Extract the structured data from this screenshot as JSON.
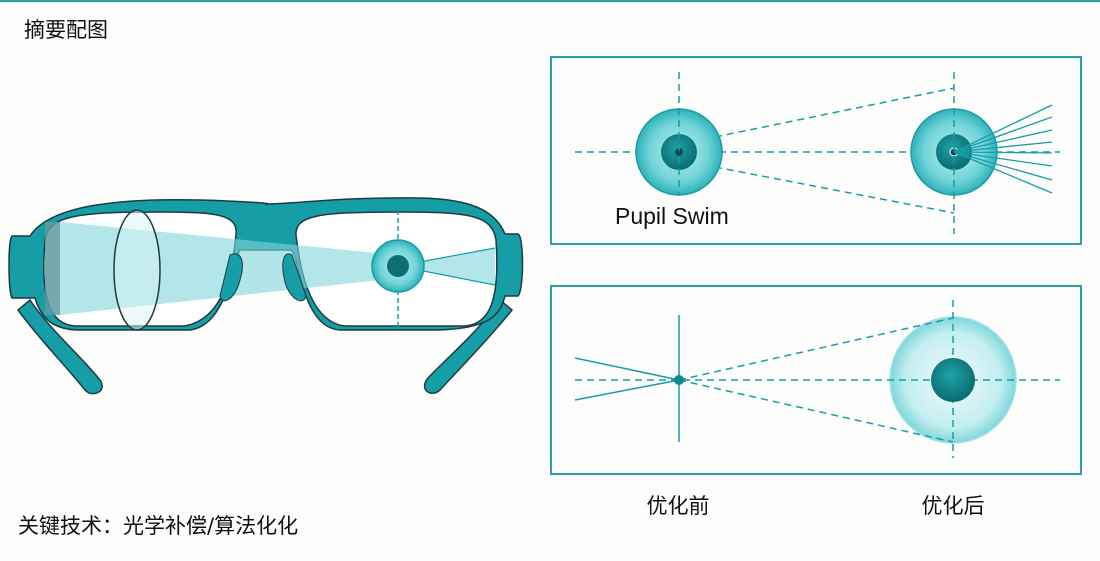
{
  "title": "摘要配图",
  "caption": "关键技术：光学补偿/算法化化",
  "top_panel": {
    "label": "Pupil Swim"
  },
  "bottom_panel": {
    "before_label": "优化前",
    "after_label": "优化后"
  },
  "colors": {
    "teal": "#169ea6",
    "dark_teal": "#0b6f75",
    "light_teal": "#9fe1e4",
    "outline": "#1f3a44"
  }
}
